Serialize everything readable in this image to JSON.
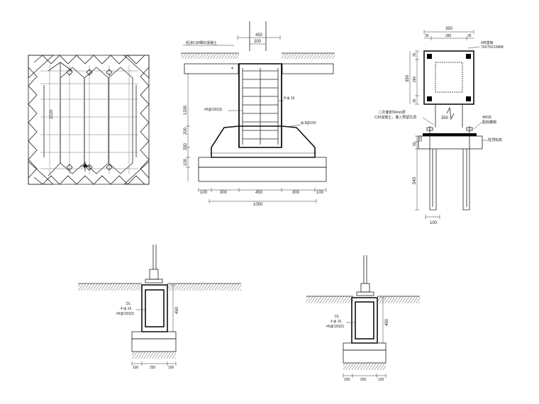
{
  "screen": {
    "background": "#ffffff",
    "line_color": "#222222"
  },
  "plan": {
    "dim_vertical": "2220"
  },
  "section_a": {
    "top_width": "450",
    "col_width": "200",
    "slab_note": "后浇C30细石混凝土",
    "small_4": "4",
    "rebar_right": "8 ф 16",
    "stirrup_left": "#6@100(3)",
    "stirrup_right": "ф 8@150",
    "h_1200": "1200",
    "h_200": "200",
    "h_250": "250",
    "h_100": "100",
    "bot_dims": [
      "100",
      "300",
      "450",
      "300",
      "100"
    ],
    "total": "1050"
  },
  "section_b": {
    "top_350": "350",
    "top_sub": [
      "35",
      "280",
      "35"
    ],
    "plate_note_1": "4块垫板",
    "plate_note_2": "70X70X10MM",
    "side_dims": [
      "35",
      "280",
      "35"
    ],
    "h_350": "350",
    "pour_note_1": "二次灌浆50mm厚",
    "pour_note_2": "C30混凝土，灌入预留孔洞",
    "bolt_note_1": "4M18",
    "bolt_note_2": "配双螺帽",
    "bottom_note": "柱顶标高",
    "h_50": "50",
    "h_120": "120",
    "h_540": "540",
    "bot_100": "100"
  },
  "section_c": {
    "label_dl": "DL",
    "rebar": "4 ф 16",
    "stirrup": "#6@150(2)",
    "h_450": "450",
    "bot_dims": [
      "100",
      "250",
      "100"
    ]
  },
  "section_d": {
    "label_dl": "DL",
    "rebar": "4 ф 16",
    "stirrup": "#6@150(2)",
    "h_450": "450",
    "bot_dims": [
      "100",
      "250",
      "100"
    ]
  }
}
